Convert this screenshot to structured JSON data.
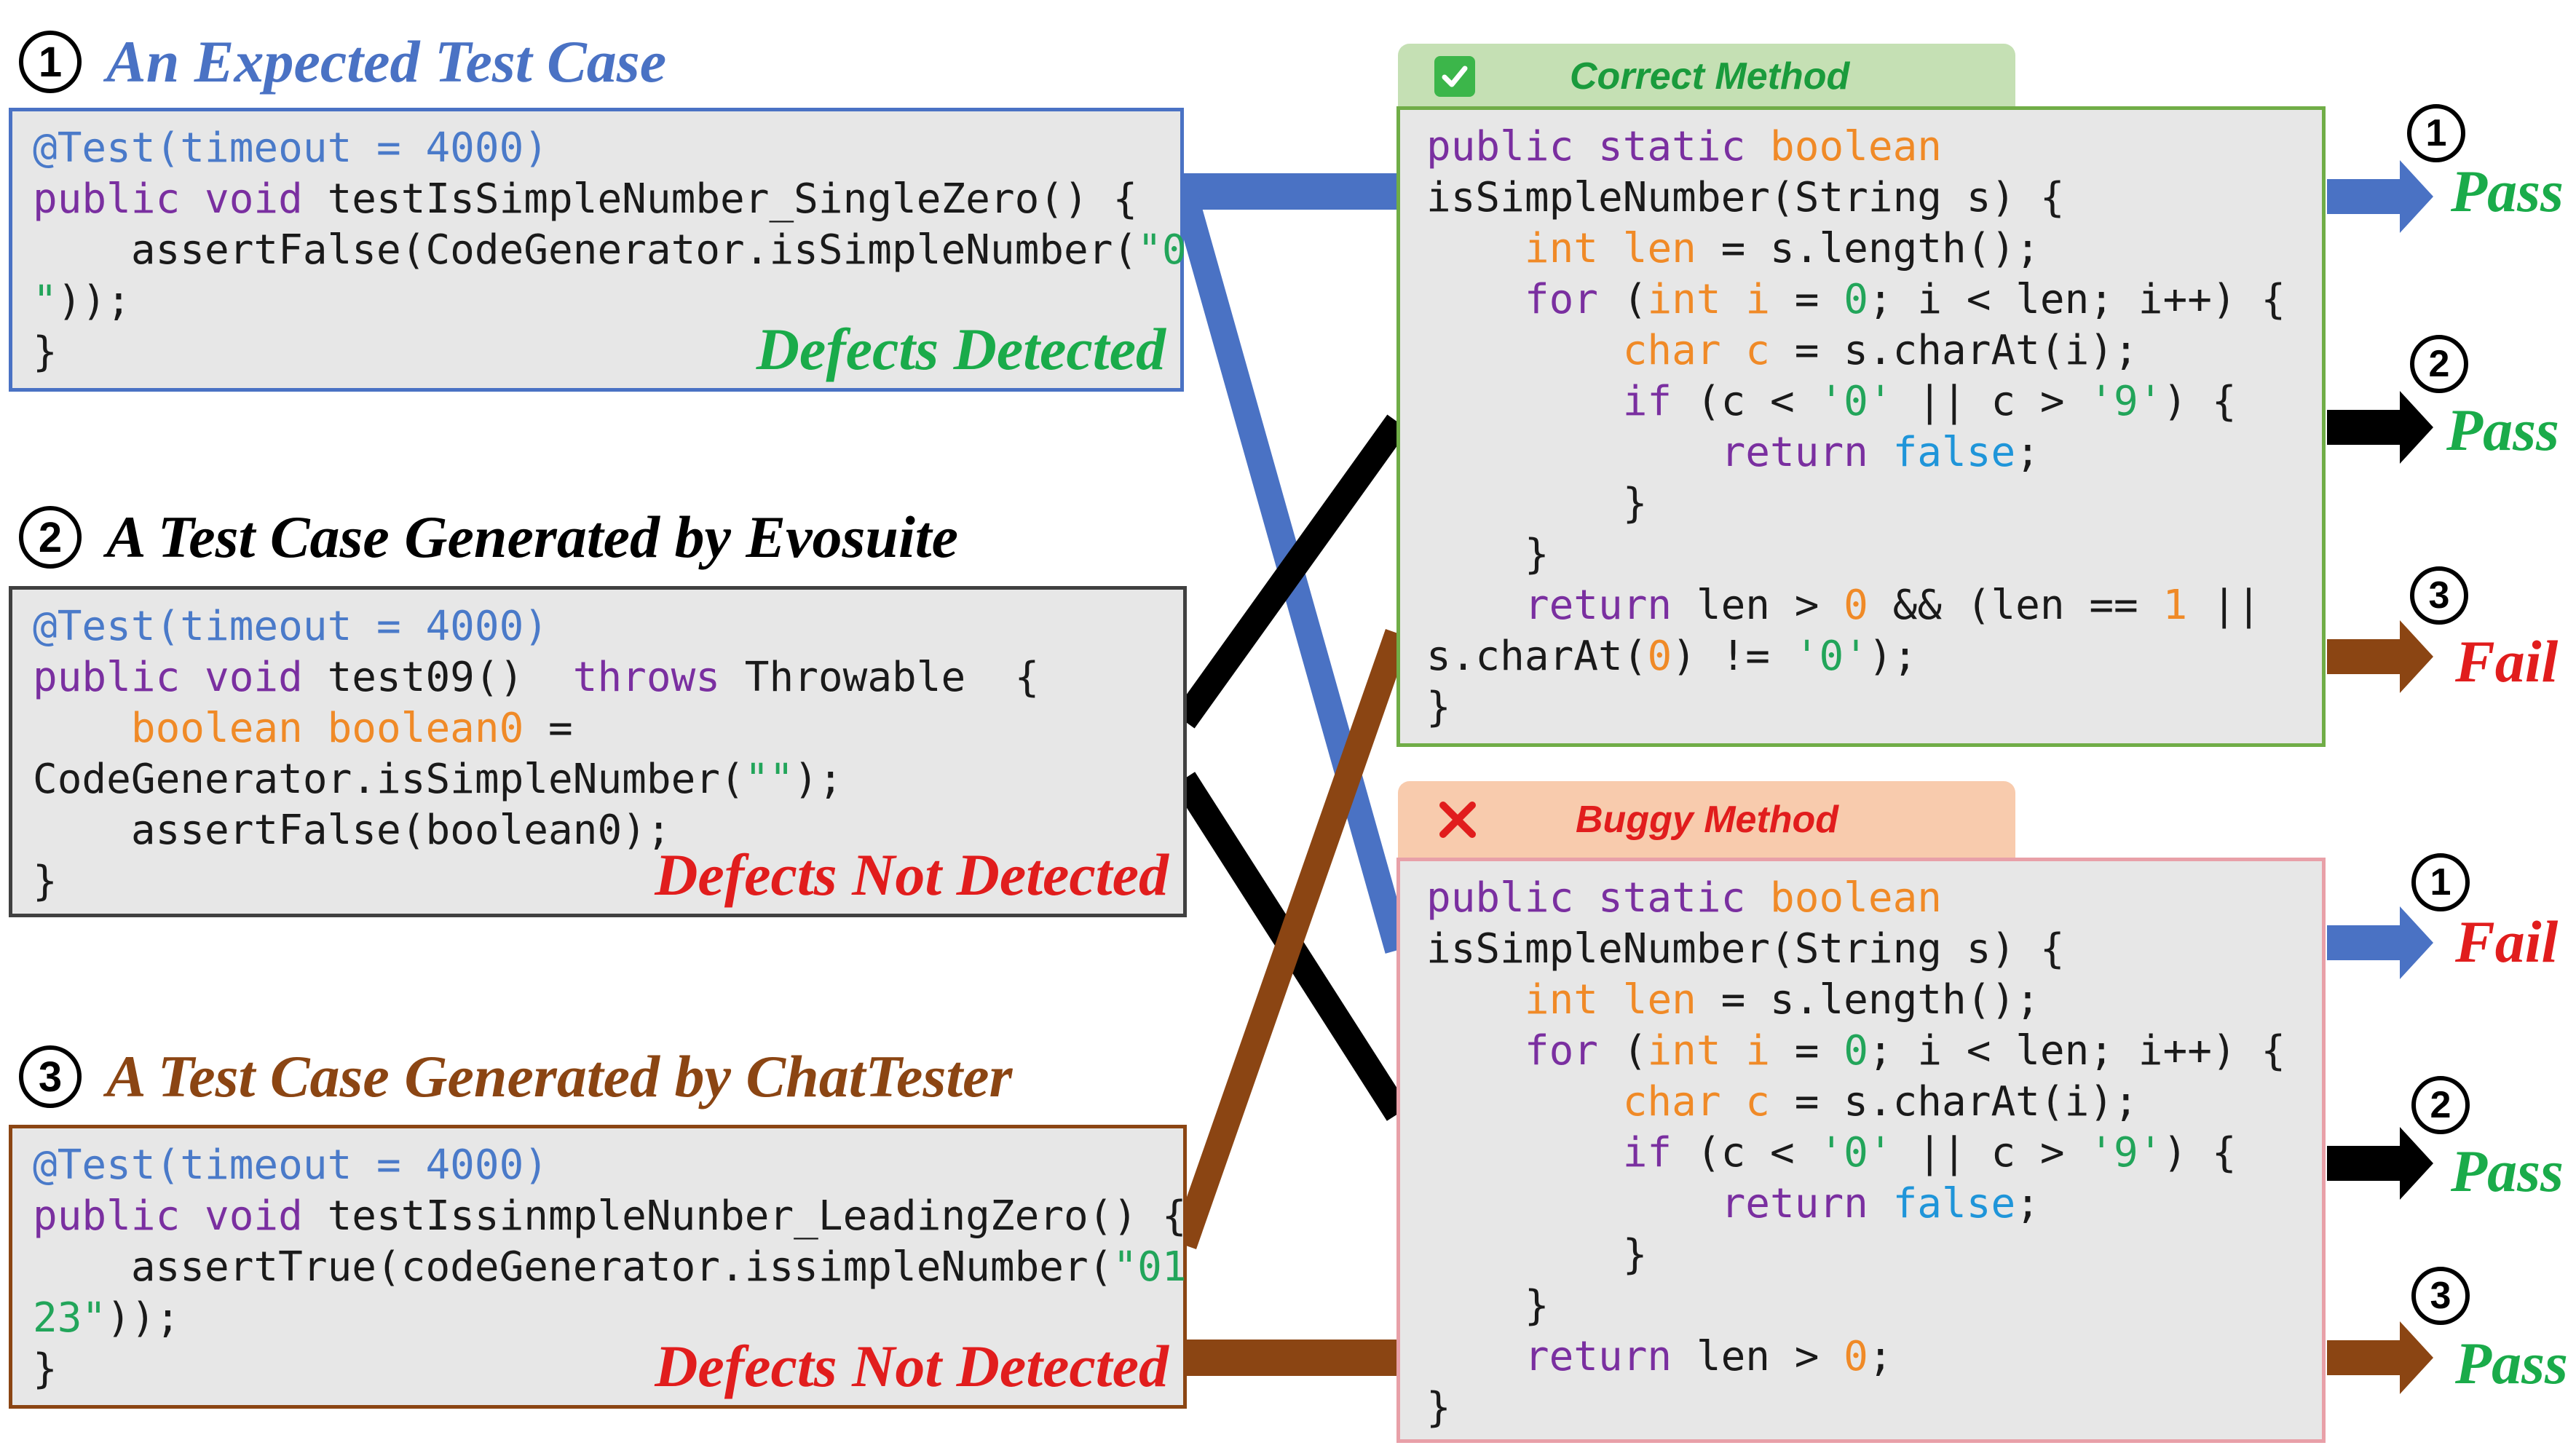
{
  "tests": [
    {
      "number": "1",
      "title": "An Expected Test Case",
      "title_color": "#4a72c4",
      "annotation": "@Test(timeout = 4000)",
      "line1_kw": "public void",
      "line1_rest": " testIsSimpleNumber_SingleZero() {",
      "line2_pre": "    assertFalse(CodeGenerator.isSimpleNumber(",
      "line2_str": "\"0",
      "line3_str": "\"",
      "line3_rest": "));",
      "close": "}",
      "verdict": "Defects Detected",
      "verdict_color": "#1aab4a"
    },
    {
      "number": "2",
      "title": "A Test Case Generated by Evosuite",
      "title_color": "#000000",
      "annotation": "@Test(timeout = 4000)",
      "line1_kw": "public void",
      "line1_rest": " test09()  ",
      "line1_kw2": "throws",
      "line1_end": " Throwable  {",
      "line2_ty": "boolean",
      "line2_var": "boolean0",
      "line2_rest": " =",
      "line3_pre": "CodeGenerator.isSimpleNumber(",
      "line3_str": "\"\"",
      "line3_rest": ");",
      "line4": "    assertFalse(boolean0);",
      "close": "}",
      "verdict": "Defects Not Detected",
      "verdict_color": "#e11d1d"
    },
    {
      "number": "3",
      "title": "A Test Case Generated by ChatTester",
      "title_color": "#8b4513",
      "annotation": "@Test(timeout = 4000)",
      "line1_kw": "public void",
      "line1_rest": " testIssinmpleNunber_LeadingZero() {",
      "line2_pre": "    assertTrue(codeGenerator.issimpleNumber(",
      "line2_str": "\"01",
      "line3_str": "23\"",
      "line3_rest": "));",
      "close": "}",
      "verdict": "Defects Not Detected",
      "verdict_color": "#e11d1d"
    }
  ],
  "correct_method": {
    "label": "Correct Method",
    "icon": "check-mark-icon",
    "tab_color": "#c5e0b4",
    "border_color": "#70ad47",
    "label_color": "#1a9b3c",
    "code": {
      "l1_kw": "public static",
      "l1_ty": "boolean",
      "l2": "isSimpleNumber(String s) {",
      "l3_ty": "int",
      "l3_var": "len",
      "l3_rest": " = s.length();",
      "l4_kw": "for",
      "l4_a": " (",
      "l4_ty": "int",
      "l4_var": "i",
      "l4_b": " = ",
      "l4_num": "0",
      "l4_c": "; i < len; i++) {",
      "l5_ty": "char",
      "l5_var": "c",
      "l5_rest": " = s.charAt(i);",
      "l6_kw": "if",
      "l6_a": " (c < ",
      "l6_s1": "'0'",
      "l6_b": " || c > ",
      "l6_s2": "'9'",
      "l6_c": ") {",
      "l7_kw": "return",
      "l7_cst": "false",
      "l7_end": ";",
      "l8": "}",
      "l9": "}",
      "l10_kw": "return",
      "l10_a": " len > ",
      "l10_n1": "0",
      "l10_b": " && (len == ",
      "l10_n2": "1",
      "l10_c": " ||",
      "l11_a": "s.charAt(",
      "l11_n": "0",
      "l11_b": ") != ",
      "l11_s": "'0'",
      "l11_c": ");",
      "l12": "}"
    }
  },
  "buggy_method": {
    "label": "Buggy Method",
    "icon": "cross-mark-icon",
    "tab_color": "#f8cbad",
    "border_color": "#e8a0a8",
    "label_color": "#e11d1d",
    "code": {
      "l10_kw": "return",
      "l10_a": " len > ",
      "l10_n1": "0",
      "l10_b": ";",
      "l11": "}"
    }
  },
  "results": {
    "correct": [
      {
        "number": "1",
        "text": "Pass",
        "color": "#1aab4a",
        "arrow_color": "#4a72c4"
      },
      {
        "number": "2",
        "text": "Pass",
        "color": "#1aab4a",
        "arrow_color": "#000000"
      },
      {
        "number": "3",
        "text": "Fail",
        "color": "#e11d1d",
        "arrow_color": "#8b4513"
      }
    ],
    "buggy": [
      {
        "number": "1",
        "text": "Fail",
        "color": "#e11d1d",
        "arrow_color": "#4a72c4"
      },
      {
        "number": "2",
        "text": "Pass",
        "color": "#1aab4a",
        "arrow_color": "#000000"
      },
      {
        "number": "3",
        "text": "Pass",
        "color": "#1aab4a",
        "arrow_color": "#8b4513"
      }
    ]
  }
}
